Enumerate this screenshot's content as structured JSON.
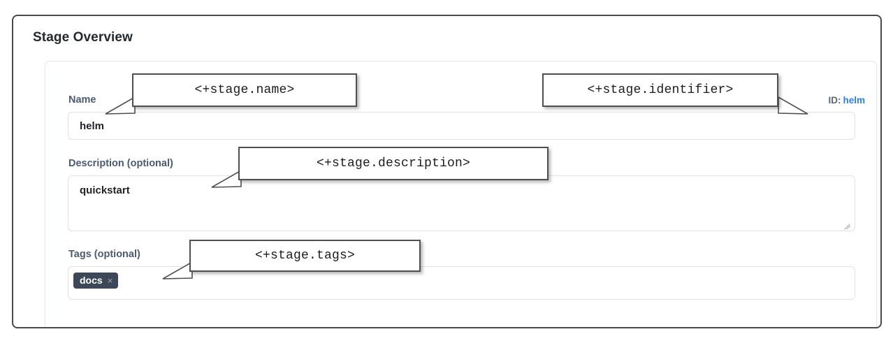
{
  "page": {
    "title": "Stage Overview"
  },
  "stage_form": {
    "name": {
      "label": "Name",
      "value": "helm",
      "placeholder": ""
    },
    "description": {
      "label": "Description (optional)",
      "value": "quickstart",
      "placeholder": ""
    },
    "tags": {
      "label": "Tags (optional)",
      "placeholder": "",
      "items": [
        {
          "label": "docs",
          "remove_icon": "close-icon",
          "remove_glyph": "×"
        }
      ]
    },
    "identifier": {
      "key": "ID:",
      "value": "helm"
    }
  },
  "callouts": [
    {
      "name": "stage-name-callout",
      "text": "<+stage.name>"
    },
    {
      "name": "stage-identifier-callout",
      "text": "<+stage.identifier>"
    },
    {
      "name": "stage-description-callout",
      "text": "<+stage.description>"
    },
    {
      "name": "stage-tags-callout",
      "text": "<+stage.tags>"
    }
  ],
  "colors": {
    "frame_border": "#4a4a4a",
    "label_text": "#4d5b70",
    "heading_text": "#24292f",
    "link_blue": "#2f7ff0",
    "tag_background": "#3c4858",
    "input_border": "#dfe2e6",
    "callout_border": "#4f4f4f"
  }
}
